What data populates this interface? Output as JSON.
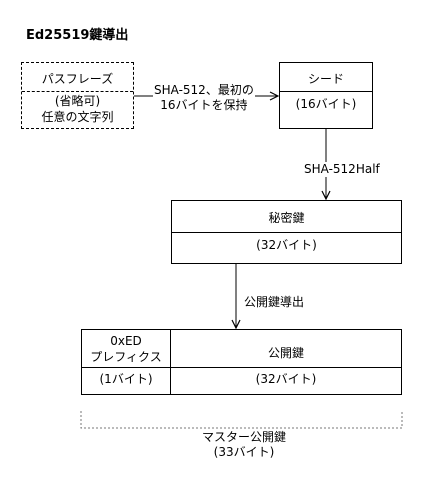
{
  "title": "Ed25519鍵導出",
  "passphrase": {
    "heading": "パスフレーズ",
    "line1": "(省略可)",
    "line2": "任意の文字列"
  },
  "edge_pass_to_seed": {
    "line1": "SHA-512、最初の",
    "line2": "16バイトを保持"
  },
  "seed": {
    "heading": "シード",
    "size": "(16バイト)"
  },
  "edge_seed_to_private": "SHA-512Half",
  "private_key": {
    "heading": "秘密鍵",
    "size": "(32バイト)"
  },
  "edge_private_to_public": "公開鍵導出",
  "prefix": {
    "line1": "0xED",
    "line2": "プレフィクス",
    "size": "(1バイト)"
  },
  "public_key": {
    "heading": "公開鍵",
    "size": "(32バイト)"
  },
  "master_public_key": {
    "heading": "マスター公開鍵",
    "size": "(33バイト)"
  }
}
